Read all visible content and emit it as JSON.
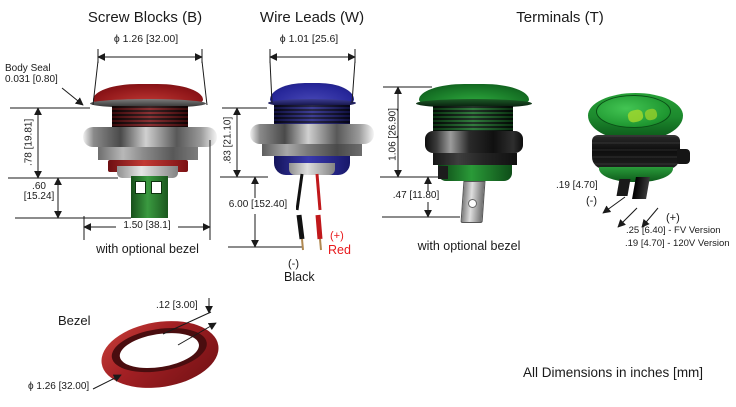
{
  "sections": {
    "screw_blocks": {
      "title": "Screw Blocks (B)",
      "dia_dim": "ϕ 1.26 [32.00]",
      "body_seal_line1": "Body Seal",
      "body_seal_line2": "0.031 [0.80]",
      "upper_height_dim": ".78 [19.81]",
      "lower_height_dim_line1": ".60",
      "lower_height_dim_line2": "[15.24]",
      "width_dim": "1.50 [38.1]",
      "caption": "with optional bezel"
    },
    "wire_leads": {
      "title": "Wire Leads (W)",
      "dia_dim": "ϕ 1.01 [25.6]",
      "height_dim": ".83 [21.10]",
      "wire_length_dim": "6.00 [152.40]",
      "positive_label": "(+)",
      "positive_wire": "Red",
      "negative_label": "(-)",
      "negative_wire": "Black"
    },
    "terminals": {
      "title": "Terminals (T)",
      "height_dim": "1.06 [26.90]",
      "terminal_length_dim": ".47 [11.80]",
      "caption": "with optional bezel",
      "side_view": {
        "thickness_dim": ".19 [4.70]",
        "negative_label": "(-)",
        "positive_label": "(+)",
        "fv_version_dim": ".25 [6.40] - FV Version",
        "v120_version_dim": ".19 [4.70] - 120V Version"
      }
    },
    "bezel": {
      "title": "Bezel",
      "thickness_dim": ".12 [3.00]",
      "dia_dim": "ϕ 1.26 [32.00]"
    }
  },
  "footer": {
    "note": "All Dimensions in inches [mm]"
  },
  "colors": {
    "red_button": "#a92023",
    "blue_button": "#2b2b96",
    "green_button": "#1e8b2c",
    "metal": "#b0b0b0",
    "red_text": "#e8191c",
    "line_text": "#1a1a1a"
  }
}
